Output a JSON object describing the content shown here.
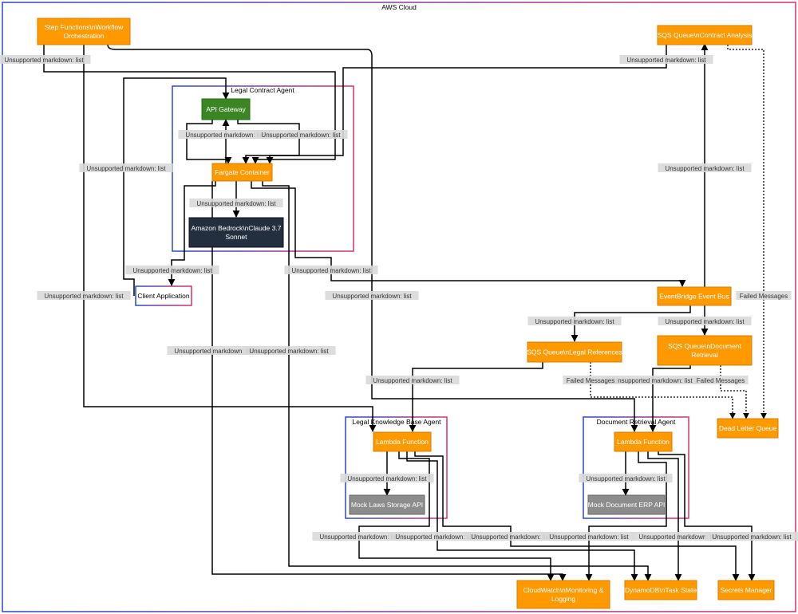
{
  "cloud": {
    "title": "AWS Cloud"
  },
  "clusters": {
    "legal_contract_agent": "Legal Contract Agent",
    "legal_kb_agent": "Legal Knowledge Base Agent",
    "doc_retrieval_agent": "Document Retrieval Agent"
  },
  "nodes": {
    "step_functions": [
      "Step Functions\\nWorkflow",
      "Orchestration"
    ],
    "sqs_contract": [
      "SQS Queue\\nContract Analysis"
    ],
    "api_gateway": [
      "API Gateway"
    ],
    "fargate": [
      "Fargate Container"
    ],
    "bedrock": [
      "Amazon Bedrock\\nClaude 3.7",
      "Sonnet"
    ],
    "client_app": [
      "Client Application"
    ],
    "eventbridge": [
      "EventBridge Event Bus"
    ],
    "sqs_legal": [
      "SQS Queue\\nLegal References"
    ],
    "sqs_docret": [
      "SQS Queue\\nDocument",
      "Retrieval"
    ],
    "dlq": [
      "Dead Letter Queue"
    ],
    "lambda_kb": [
      "Lambda Function"
    ],
    "mock_laws": [
      "Mock Laws Storage API"
    ],
    "lambda_doc": [
      "Lambda Function"
    ],
    "mock_erp": [
      "Mock Document ERP API"
    ],
    "cloudwatch": [
      "CloudWatch\\nMonitoring &",
      "Logging"
    ],
    "dynamodb": [
      "DynamoDB\\nTask State"
    ],
    "secrets": [
      "Secrets Manager"
    ]
  },
  "edge_labels": {
    "unsupported": "Unsupported markdown: list",
    "failed": "Failed Messages"
  },
  "colors": {
    "orange": "#ff9900",
    "orange_border": "#d47f00",
    "green": "#3b8524",
    "dark": "#232f3e",
    "gray": "#8c8c8c",
    "cluster_blue": "#2a49c8",
    "cluster_pink": "#d6336c"
  }
}
